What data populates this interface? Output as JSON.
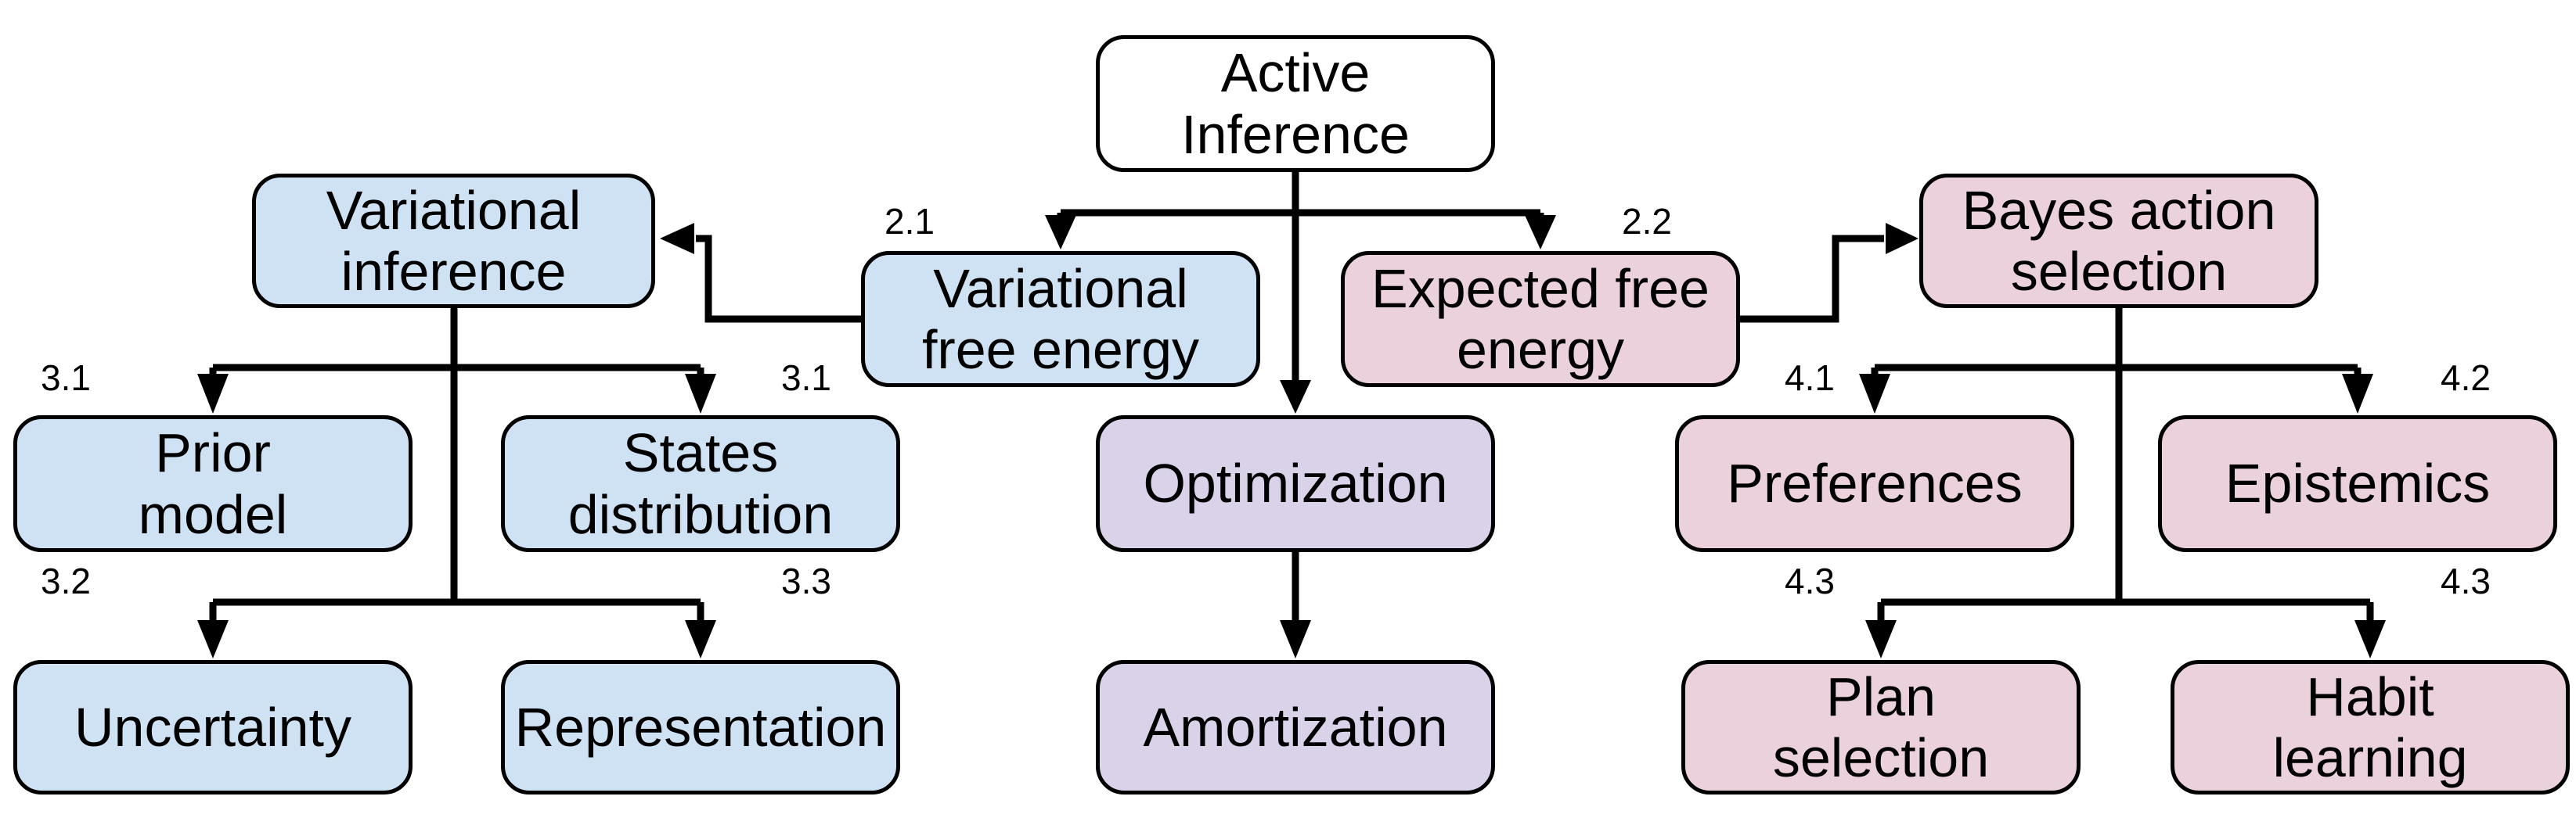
{
  "nodes": {
    "active_inference": {
      "label": "Active\nInference"
    },
    "variational_inference": {
      "label": "Variational\ninference"
    },
    "variational_free_energy": {
      "label": "Variational\nfree energy"
    },
    "expected_free_energy": {
      "label": "Expected free\nenergy"
    },
    "bayes_action_selection": {
      "label": "Bayes action\nselection"
    },
    "prior_model": {
      "label": "Prior\nmodel"
    },
    "states_distribution": {
      "label": "States\ndistribution"
    },
    "optimization": {
      "label": "Optimization"
    },
    "preferences": {
      "label": "Preferences"
    },
    "epistemics": {
      "label": "Epistemics"
    },
    "uncertainty": {
      "label": "Uncertainty"
    },
    "representation": {
      "label": "Representation"
    },
    "amortization": {
      "label": "Amortization"
    },
    "plan_selection": {
      "label": "Plan\nselection"
    },
    "habit_learning": {
      "label": "Habit\nlearning"
    }
  },
  "section_labels": {
    "variational_free_energy": "2.1",
    "expected_free_energy": "2.2",
    "prior_model": "3.1",
    "states_distribution": "3.1",
    "uncertainty": "3.2",
    "representation": "3.3",
    "preferences": "4.1",
    "epistemics": "4.2",
    "plan_selection": "4.3",
    "habit_learning": "4.3"
  },
  "colors": {
    "white": "#ffffff",
    "blue": "#cfe2f3",
    "pink": "#ead1dc",
    "purple": "#d9d2e9",
    "line": "#000000",
    "text": "#000000"
  }
}
